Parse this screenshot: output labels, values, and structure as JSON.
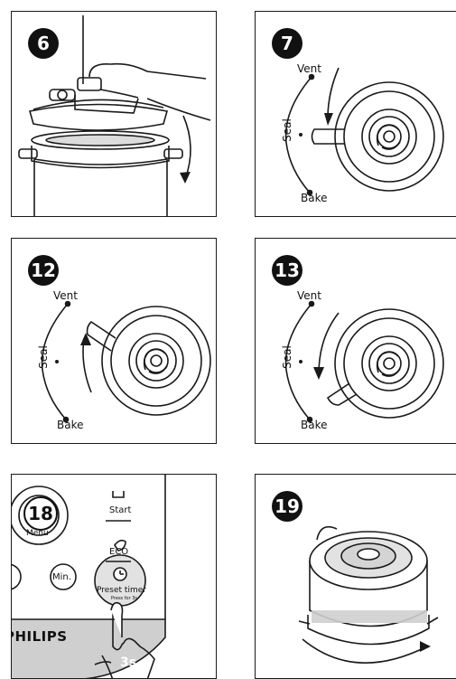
{
  "panels": {
    "p6": {
      "step": "6"
    },
    "p7": {
      "step": "7",
      "dial": {
        "vent": "Vent",
        "seal": "Seal",
        "bake": "Bake"
      }
    },
    "p12": {
      "step": "12",
      "dial": {
        "vent": "Vent",
        "seal": "Seal",
        "bake": "Bake"
      }
    },
    "p13": {
      "step": "13",
      "dial": {
        "vent": "Vent",
        "seal": "Seal",
        "bake": "Bake"
      }
    },
    "p18": {
      "step": "18",
      "menu_label": "Menu",
      "start_label": "Start",
      "eco_label": "ECO",
      "min_label": "Min.",
      "preset_label": "Preset timer",
      "lock_hint": "Press for 3s",
      "brand": "PHILIPS",
      "hold_time": "3s"
    },
    "p19": {
      "step": "19"
    }
  },
  "colors": {
    "ink": "#1a1a1a",
    "panel_grey": "#cfcfcf",
    "button_grey": "#e2e2e2"
  }
}
